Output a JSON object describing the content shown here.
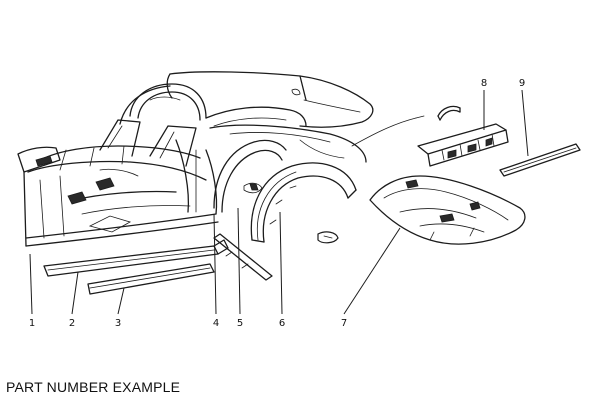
{
  "caption": "PART NUMBER EXAMPLE",
  "callouts": {
    "c1": "1",
    "c2": "2",
    "c3": "3",
    "c4": "4",
    "c5": "5",
    "c6": "6",
    "c7": "7",
    "c8": "8",
    "c9": "9"
  }
}
